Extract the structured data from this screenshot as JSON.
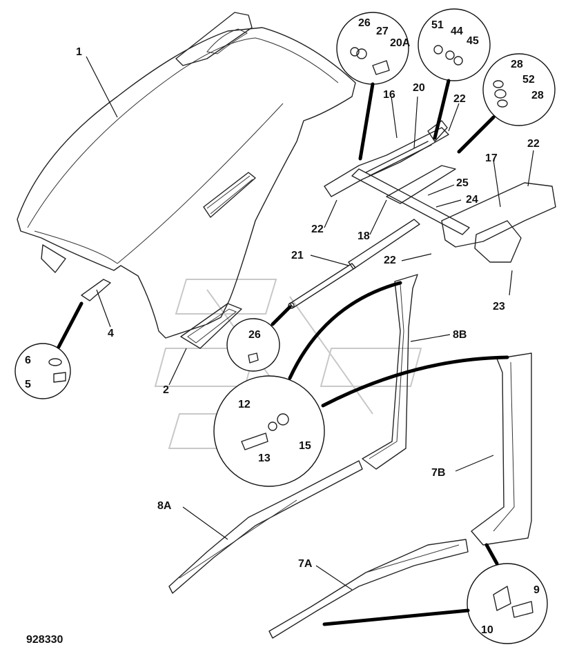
{
  "diagram": {
    "drawing_number": "928330",
    "callouts": [
      "1",
      "2",
      "4",
      "5",
      "6",
      "7A",
      "7B",
      "8A",
      "8B",
      "9",
      "10",
      "12",
      "13",
      "15",
      "16",
      "17",
      "18",
      "20",
      "20A",
      "21",
      "22",
      "23",
      "24",
      "25",
      "26",
      "27",
      "28",
      "44",
      "45",
      "51",
      "52"
    ]
  }
}
